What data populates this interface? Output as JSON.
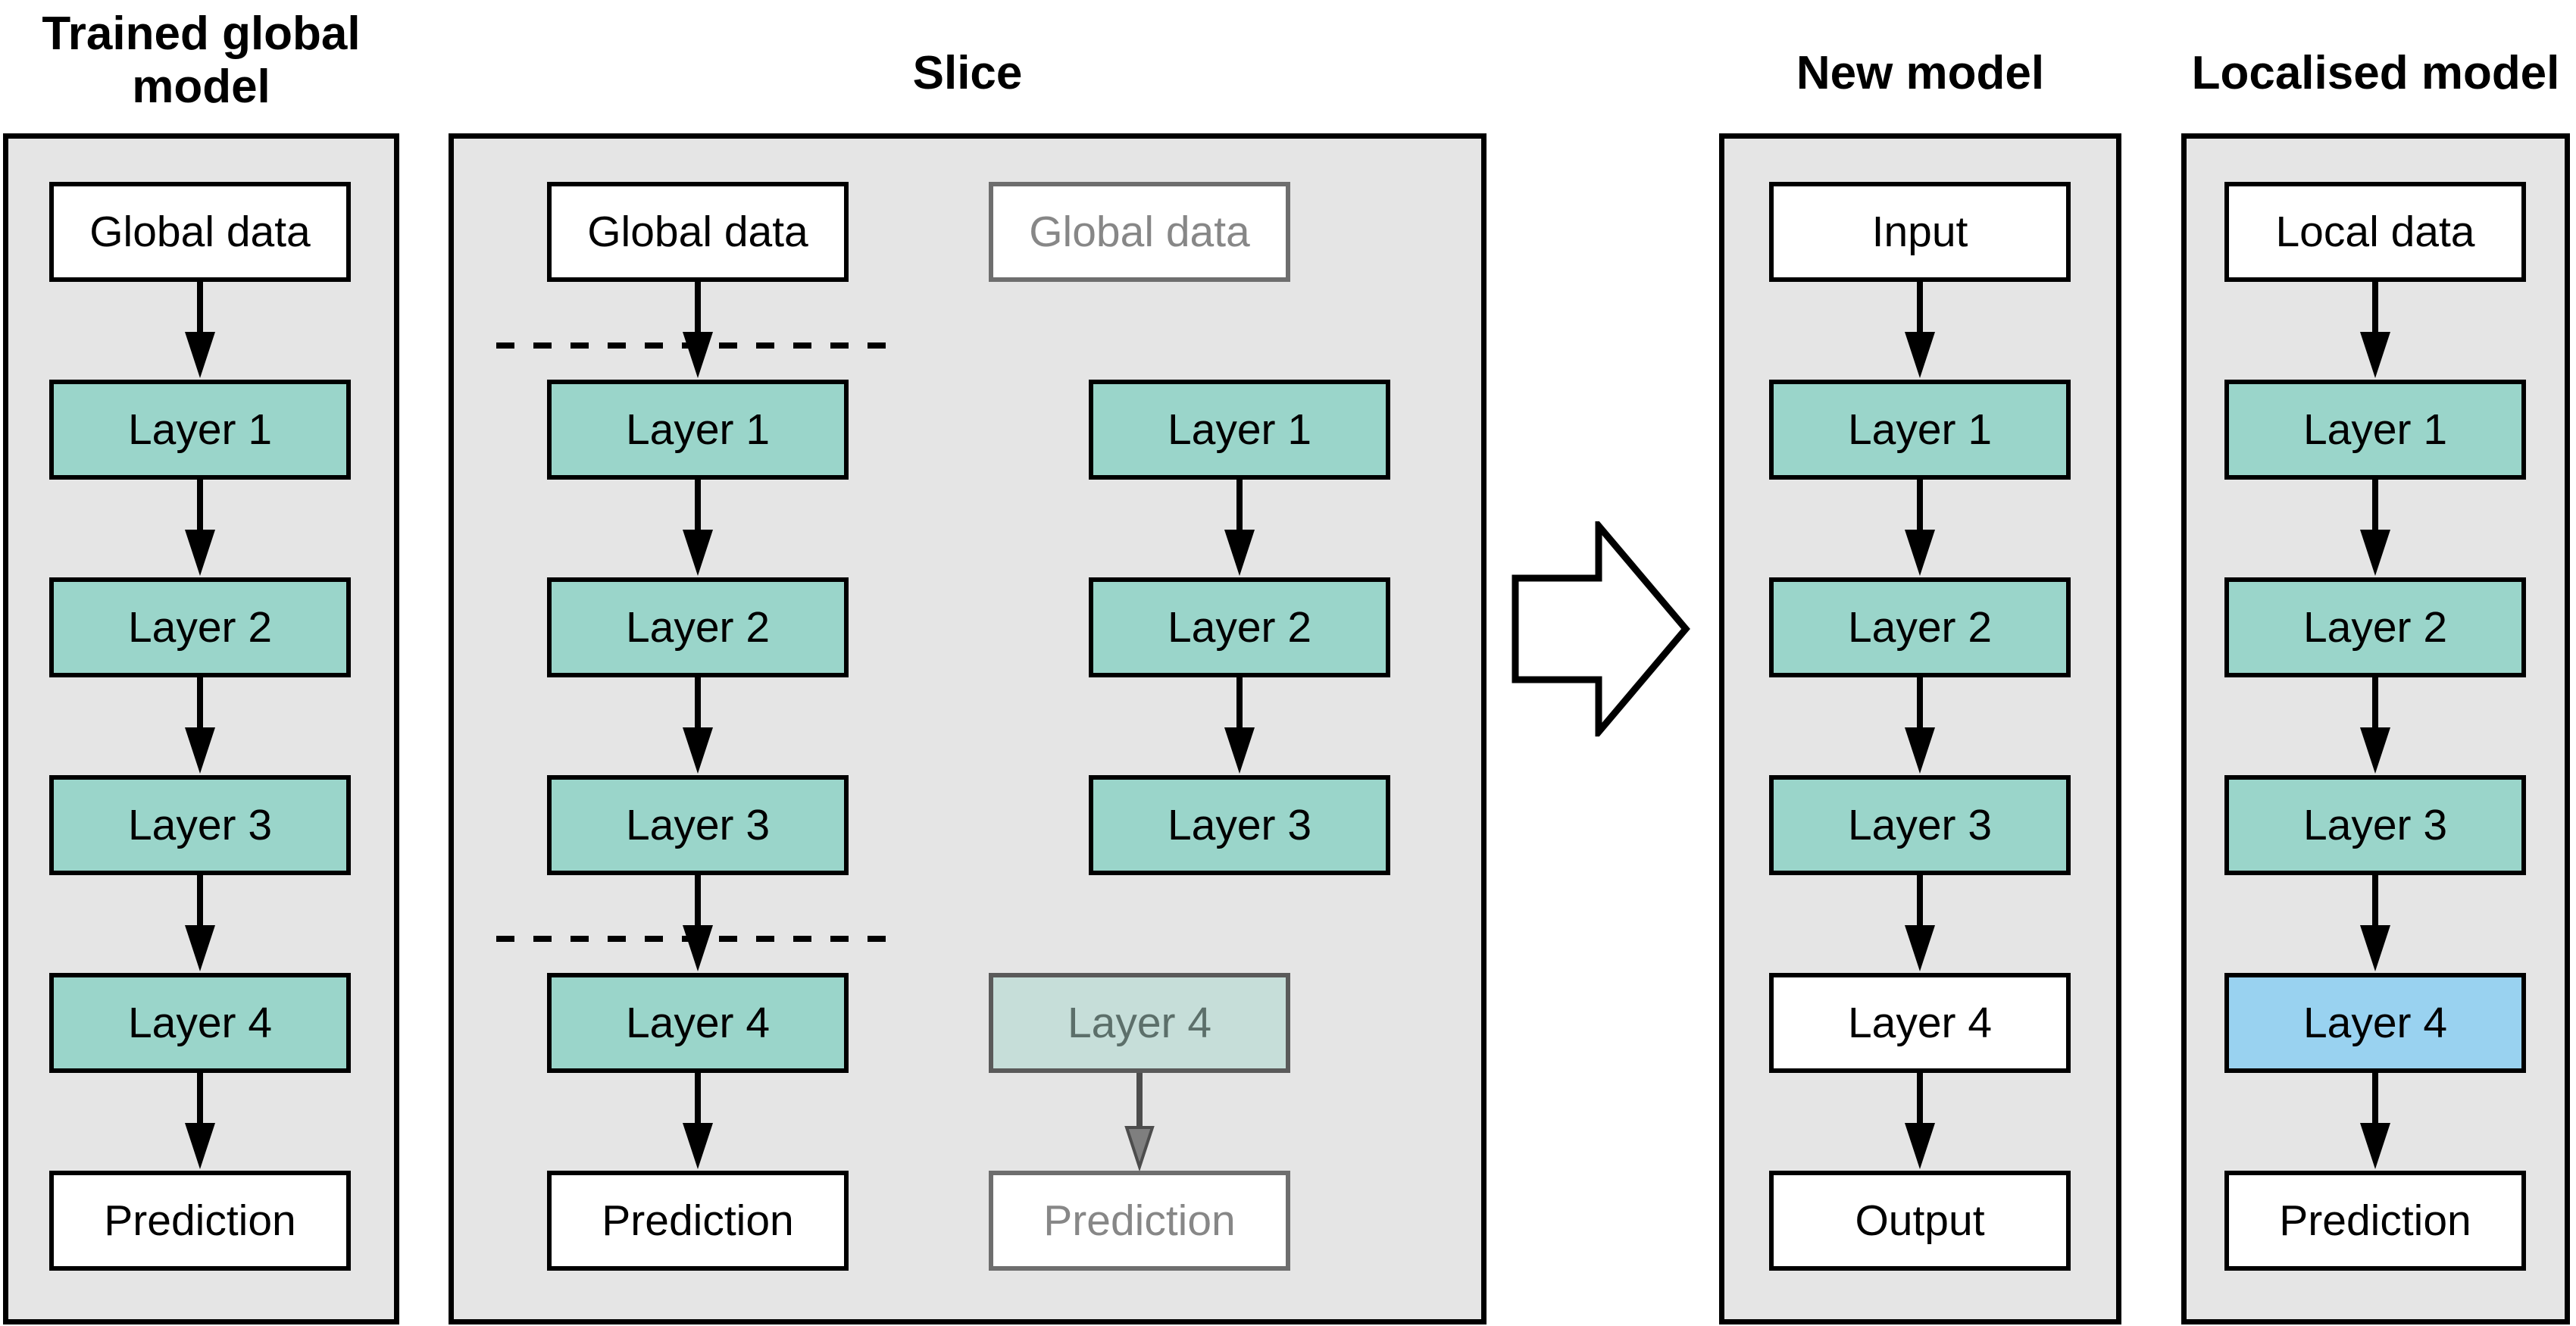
{
  "colors": {
    "page_bg": "#ffffff",
    "panel_bg": "#e5e5e5",
    "panel_border": "#000000",
    "box_border": "#000000",
    "teal": "#9ad5ca",
    "teal_faded": "#c6ded9",
    "blue": "#99d2f0",
    "white": "#ffffff",
    "text": "#000000",
    "faded_border": "#6e6e6e",
    "faded_text": "#878787",
    "faded_teal_border": "#5a5a5a",
    "faded_teal_text": "#5c6f6a",
    "arrow_black": "#000000",
    "arrow_gray_line": "#4d4d4d",
    "arrow_gray_fill": "#7f7f7f",
    "cut_line_color": "#000000",
    "transform_arrow_fill": "#ffffff",
    "transform_arrow_stroke": "#000000"
  },
  "panels": [
    {
      "id": "trained-global-model",
      "title": "Trained global\nmodel",
      "columns": [
        {
          "boxes": [
            {
              "row": 0,
              "label": "Global data",
              "style": "white",
              "arrow": "black"
            },
            {
              "row": 1,
              "label": "Layer 1",
              "style": "teal",
              "arrow": "black"
            },
            {
              "row": 2,
              "label": "Layer 2",
              "style": "teal",
              "arrow": "black"
            },
            {
              "row": 3,
              "label": "Layer 3",
              "style": "teal",
              "arrow": "black"
            },
            {
              "row": 4,
              "label": "Layer 4",
              "style": "teal",
              "arrow": "black"
            },
            {
              "row": 5,
              "label": "Prediction",
              "style": "white"
            }
          ]
        }
      ]
    },
    {
      "id": "slice",
      "title": "Slice",
      "cuts": [
        {
          "after_row": 0
        },
        {
          "after_row": 3
        }
      ],
      "columns": [
        {
          "boxes": [
            {
              "row": 0,
              "label": "Global data",
              "style": "white",
              "arrow": "black"
            },
            {
              "row": 1,
              "label": "Layer 1",
              "style": "teal",
              "arrow": "black"
            },
            {
              "row": 2,
              "label": "Layer 2",
              "style": "teal",
              "arrow": "black"
            },
            {
              "row": 3,
              "label": "Layer 3",
              "style": "teal",
              "arrow": "black"
            },
            {
              "row": 4,
              "label": "Layer 4",
              "style": "teal",
              "arrow": "black"
            },
            {
              "row": 5,
              "label": "Prediction",
              "style": "white"
            }
          ]
        },
        {
          "boxes": [
            {
              "row": 0,
              "label": "Global data",
              "style": "faded-white"
            },
            {
              "row": 4,
              "label": "Layer 4",
              "style": "faded-teal",
              "arrow": "gray"
            },
            {
              "row": 5,
              "label": "Prediction",
              "style": "faded-white"
            }
          ]
        },
        {
          "boxes": [
            {
              "row": 1,
              "label": "Layer 1",
              "style": "teal",
              "arrow": "black"
            },
            {
              "row": 2,
              "label": "Layer 2",
              "style": "teal",
              "arrow": "black"
            },
            {
              "row": 3,
              "label": "Layer 3",
              "style": "teal"
            }
          ]
        }
      ]
    },
    {
      "id": "new-model",
      "title": "New model",
      "columns": [
        {
          "boxes": [
            {
              "row": 0,
              "label": "Input",
              "style": "white",
              "arrow": "black"
            },
            {
              "row": 1,
              "label": "Layer 1",
              "style": "teal",
              "arrow": "black"
            },
            {
              "row": 2,
              "label": "Layer 2",
              "style": "teal",
              "arrow": "black"
            },
            {
              "row": 3,
              "label": "Layer 3",
              "style": "teal",
              "arrow": "black"
            },
            {
              "row": 4,
              "label": "Layer 4",
              "style": "white",
              "arrow": "black"
            },
            {
              "row": 5,
              "label": "Output",
              "style": "white"
            }
          ]
        }
      ]
    },
    {
      "id": "localised-model",
      "title": "Localised model",
      "columns": [
        {
          "boxes": [
            {
              "row": 0,
              "label": "Local data",
              "style": "white",
              "arrow": "black"
            },
            {
              "row": 1,
              "label": "Layer 1",
              "style": "teal",
              "arrow": "black"
            },
            {
              "row": 2,
              "label": "Layer 2",
              "style": "teal",
              "arrow": "black"
            },
            {
              "row": 3,
              "label": "Layer 3",
              "style": "teal",
              "arrow": "black"
            },
            {
              "row": 4,
              "label": "Layer 4",
              "style": "blue",
              "arrow": "black"
            },
            {
              "row": 5,
              "label": "Prediction",
              "style": "white"
            }
          ]
        }
      ]
    }
  ],
  "transform_arrow": {
    "meaning": "slice produces new model"
  }
}
